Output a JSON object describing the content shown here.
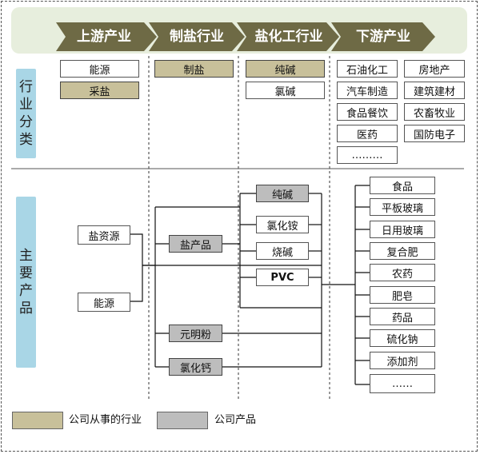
{
  "stages": [
    "上游产业",
    "制盐行业",
    "盐化工行业",
    "下游产业"
  ],
  "sections": {
    "industry": [
      "行",
      "业",
      "分",
      "类"
    ],
    "products": [
      "主",
      "要",
      "产",
      "品"
    ]
  },
  "industry_boxes": {
    "upstream": [
      "能源",
      "采盐"
    ],
    "salt": [
      "制盐"
    ],
    "chemical": [
      "纯碱",
      "氯碱"
    ],
    "downstream_left": [
      "石油化工",
      "汽车制造",
      "食品餐饮",
      "医药",
      "………"
    ],
    "downstream_right": [
      "房地产",
      "建筑建材",
      "农畜牧业",
      "国防电子"
    ]
  },
  "product_boxes": {
    "resources": [
      "盐资源",
      "能源"
    ],
    "salt_products": [
      "盐产品",
      "元明粉",
      "氯化钙"
    ],
    "chemicals": [
      "纯碱",
      "氯化铵",
      "烧碱",
      "PVC"
    ],
    "downstream": [
      "食品",
      "平板玻璃",
      "日用玻璃",
      "复合肥",
      "农药",
      "肥皂",
      "药品",
      "硫化钠",
      "添加剂",
      "……"
    ]
  },
  "legend": {
    "industry_label": "公司从事的行业",
    "product_label": "公司产品",
    "industry_color": "#c8c09a",
    "product_color": "#bdbdbd"
  }
}
